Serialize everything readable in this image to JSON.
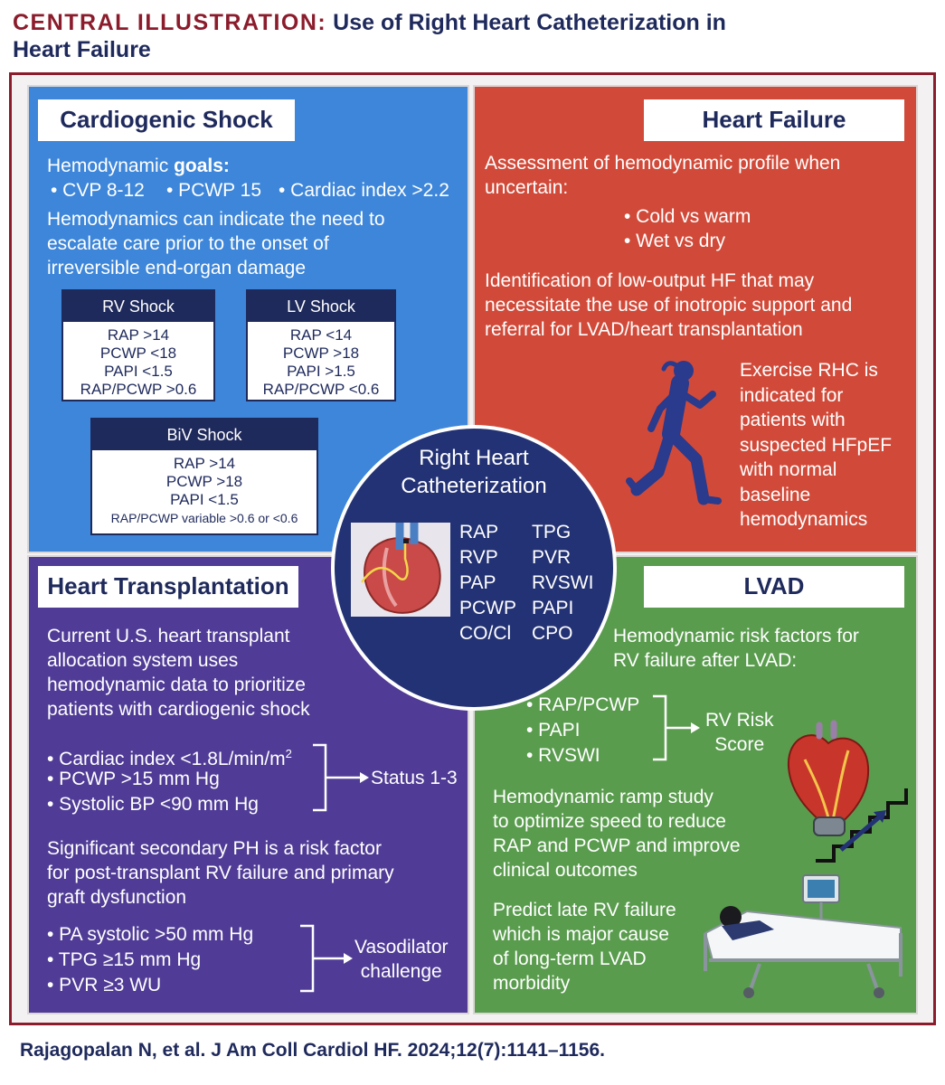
{
  "header": {
    "label": "CENTRAL ILLUSTRATION:",
    "title_line1": "Use of Right Heart Catheterization in",
    "title_line2": "Heart Failure"
  },
  "shock": {
    "title": "Cardiogenic Shock",
    "goals_prefix": "Hemodynamic ",
    "goals_bold": "goals:",
    "goals": [
      "• CVP 8-12",
      "• PCWP 15",
      "• Cardiac index >2.2"
    ],
    "escalate": [
      "Hemodynamics can indicate the need to",
      "escalate care prior to the onset of",
      "irreversible end-organ damage"
    ],
    "rv": {
      "title": "RV Shock",
      "rows": [
        "RAP >14",
        "PCWP <18",
        "PAPI <1.5",
        "RAP/PCWP >0.6"
      ]
    },
    "lv": {
      "title": "LV Shock",
      "rows": [
        "RAP <14",
        "PCWP >18",
        "PAPI >1.5",
        "RAP/PCWP <0.6"
      ]
    },
    "biv": {
      "title": "BiV Shock",
      "rows": [
        "RAP >14",
        "PCWP >18",
        "PAPI <1.5",
        "RAP/PCWP variable >0.6 or <0.6"
      ]
    }
  },
  "hf": {
    "title": "Heart Failure",
    "assess": [
      "Assessment of hemodynamic profile when",
      "uncertain:"
    ],
    "profiles": [
      "• Cold vs warm",
      "• Wet vs dry"
    ],
    "lowoutput": [
      "Identification of low-output HF that may",
      "necessitate the use of inotropic support and",
      "referral for LVAD/heart transplantation"
    ],
    "exercise": [
      "Exercise RHC is",
      "indicated for",
      "patients with",
      "suspected HFpEF",
      "with normal",
      "baseline",
      "hemodynamics"
    ],
    "runner_icon": "runner-icon"
  },
  "center": {
    "title_line1": "Right Heart",
    "title_line2": "Catheterization",
    "metrics_left": [
      "RAP",
      "RVP",
      "PAP",
      "PCWP",
      "CO/Cl"
    ],
    "metrics_right": [
      "TPG",
      "PVR",
      "RVSWI",
      "PAPI",
      "CPO"
    ],
    "heart_icon": "heart-catheter-icon"
  },
  "tx": {
    "title": "Heart Transplantation",
    "intro": [
      "Current U.S. heart transplant",
      "allocation system uses",
      "hemodynamic data to prioritize",
      "patients with cardiogenic shock"
    ],
    "criteria1_text": "• Cardiac index <1.8L/min/m",
    "criteria1_sup": "2",
    "criteria2": "• PCWP >15 mm Hg",
    "criteria3": "• Systolic BP <90 mm Hg",
    "status": "Status 1-3",
    "ph": [
      "Significant secondary PH is a risk factor",
      "for post-transplant RV failure and primary",
      "graft dysfunction"
    ],
    "vaso_criteria": [
      "• PA systolic >50 mm Hg",
      "• TPG ≥15 mm Hg",
      "• PVR  ≥3 WU"
    ],
    "vaso_label": [
      "Vasodilator",
      "challenge"
    ]
  },
  "lvad": {
    "title": "LVAD",
    "risk": [
      "Hemodynamic risk factors for",
      "RV failure after LVAD:"
    ],
    "factors": [
      "• RAP/PCWP",
      "• PAPI",
      "• RVSWI"
    ],
    "score": [
      "RV Risk",
      "Score"
    ],
    "ramp": [
      "Hemodynamic ramp study",
      "to optimize speed to reduce",
      "RAP and PCWP and improve",
      "clinical outcomes"
    ],
    "predict": [
      "Predict late RV failure",
      "which is major cause",
      "of long-term LVAD",
      "morbidity"
    ],
    "heart_icon": "lvad-heart-icon",
    "stairs_icon": "stairs-arrow-icon",
    "bed_icon": "hospital-bed-icon"
  },
  "citation": "Rajagopalan N, et al. J Am Coll Cardiol HF. 2024;12(7):1141–1156.",
  "colors": {
    "navy": "#1f2a5c",
    "maroon": "#8b1c2c",
    "shock_blue": "#3d86d9",
    "hf_red": "#d14a39",
    "tx_purple": "#503c96",
    "lvad_green": "#5a9c4e",
    "center_navy": "#233274"
  }
}
